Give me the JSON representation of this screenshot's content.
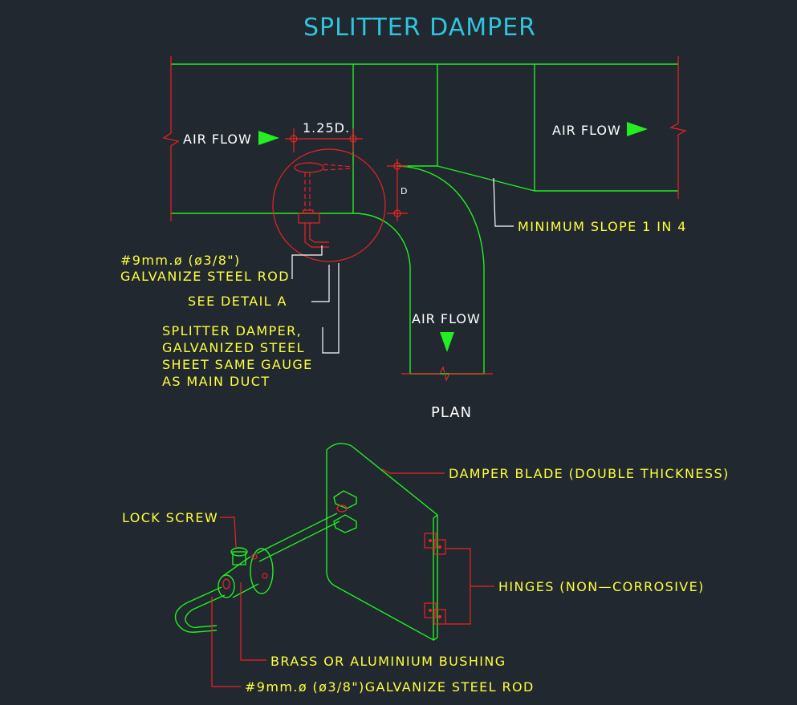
{
  "title": "SPLITTER DAMPER",
  "plan": {
    "air_flow_left": "AIR FLOW",
    "air_flow_right": "AIR FLOW",
    "air_flow_down": "AIR FLOW",
    "dim_1_25d": "1.25D.",
    "dim_d": "D",
    "slope_note": "MINIMUM SLOPE 1 IN 4",
    "rod_note_line1": "#9mm.ø (ø3/8\")",
    "rod_note_line2": "GALVANIZE STEEL ROD",
    "detail_note": "SEE DETAIL A",
    "damper_note_line1": "SPLITTER DAMPER,",
    "damper_note_line2": "GALVANIZED STEEL",
    "damper_note_line3": "SHEET SAME GAUGE",
    "damper_note_line4": "AS MAIN DUCT",
    "caption": "PLAN"
  },
  "detail": {
    "blade_note": "DAMPER BLADE (DOUBLE THICKNESS)",
    "lock_screw": "LOCK SCREW",
    "hinges_note": "HINGES (NON—CORROSIVE)",
    "bushing_note": "BRASS OR ALUMINIUM BUSHING",
    "rod_note": "#9mm.ø (ø3/8\")GALVANIZE STEEL ROD"
  }
}
